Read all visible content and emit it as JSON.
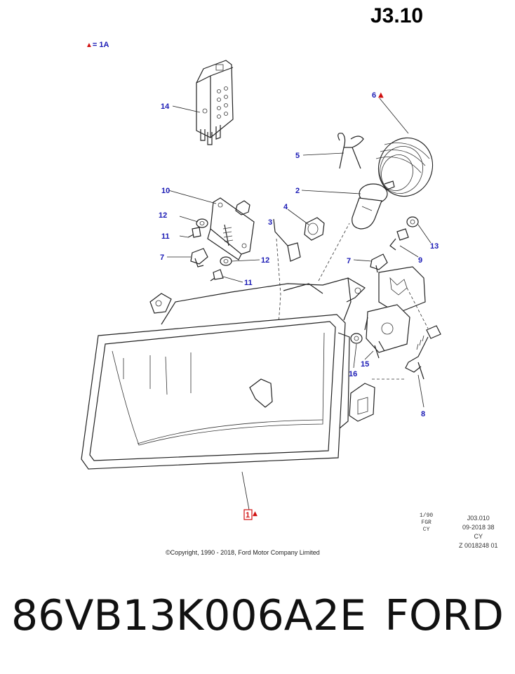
{
  "header": {
    "page_code": "J3.10"
  },
  "legend": {
    "symbol": "▲",
    "text": "= 1A"
  },
  "callouts": [
    {
      "id": "c1",
      "label": "1"
    },
    {
      "id": "c2",
      "label": "2"
    },
    {
      "id": "c3",
      "label": "3"
    },
    {
      "id": "c4",
      "label": "4"
    },
    {
      "id": "c5",
      "label": "5"
    },
    {
      "id": "c6",
      "label": "6"
    },
    {
      "id": "c7a",
      "label": "7"
    },
    {
      "id": "c7b",
      "label": "7"
    },
    {
      "id": "c8",
      "label": "8"
    },
    {
      "id": "c9",
      "label": "9"
    },
    {
      "id": "c10",
      "label": "10"
    },
    {
      "id": "c11a",
      "label": "11"
    },
    {
      "id": "c11b",
      "label": "11"
    },
    {
      "id": "c12a",
      "label": "12"
    },
    {
      "id": "c12b",
      "label": "12"
    },
    {
      "id": "c13",
      "label": "13"
    },
    {
      "id": "c14",
      "label": "14"
    },
    {
      "id": "c15",
      "label": "15"
    },
    {
      "id": "c16",
      "label": "16"
    }
  ],
  "stamps": {
    "left": [
      "1/90",
      "FGR",
      "CY"
    ],
    "right": [
      "J03.010",
      "09-2018 38",
      "CY",
      "Z 0018248 01"
    ]
  },
  "copyright": "©Copyright, 1990 - 2018, Ford Motor Company Limited",
  "footer": {
    "part_number": "86VB13K006A2E",
    "brand": "FORD"
  },
  "colors": {
    "callout": "#1a1ab5",
    "marker": "#d01010"
  }
}
